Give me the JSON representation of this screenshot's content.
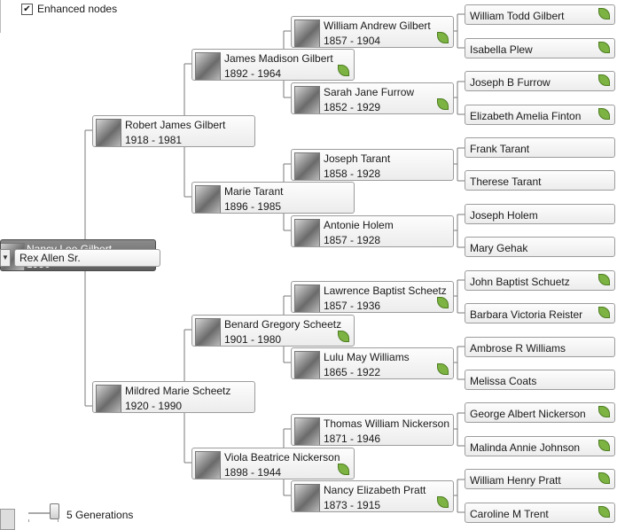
{
  "options": {
    "enhanced_nodes_label": "Enhanced nodes",
    "enhanced_nodes_checked": true
  },
  "footer": {
    "generations_label": "5 Generations"
  },
  "spouse": {
    "name": "Rex Allen Sr."
  },
  "root": {
    "name": "Nancy Lee Gilbert",
    "dates": "1950 -"
  },
  "gen1": [
    {
      "name": "Robert James Gilbert",
      "dates": "1918 - 1981"
    },
    {
      "name": "Mildred Marie Scheetz",
      "dates": "1920 - 1990"
    }
  ],
  "gen2": [
    {
      "name": "James Madison Gilbert",
      "dates": "1892 - 1964",
      "leaf": true
    },
    {
      "name": "Marie Tarant",
      "dates": "1896 - 1985",
      "leaf": false
    },
    {
      "name": "Benard Gregory Scheetz",
      "dates": "1901 - 1980",
      "leaf": true
    },
    {
      "name": "Viola Beatrice Nickerson",
      "dates": "1898 - 1944",
      "leaf": true
    }
  ],
  "gen3": [
    {
      "name": "William Andrew Gilbert",
      "dates": "1857 - 1904",
      "leaf": true
    },
    {
      "name": "Sarah Jane Furrow",
      "dates": "1852 - 1929",
      "leaf": true
    },
    {
      "name": "Joseph Tarant",
      "dates": "1858 - 1928",
      "leaf": false
    },
    {
      "name": "Antonie Holem",
      "dates": "1857 - 1928",
      "leaf": false
    },
    {
      "name": "Lawrence Baptist Scheetz",
      "dates": "1857 - 1936",
      "leaf": true
    },
    {
      "name": "Lulu May Williams",
      "dates": "1865 - 1922",
      "leaf": true
    },
    {
      "name": "Thomas William Nickerson",
      "dates": "1871 - 1946",
      "leaf": false
    },
    {
      "name": "Nancy Elizabeth Pratt",
      "dates": "1873 - 1915",
      "leaf": true
    }
  ],
  "gen4": [
    {
      "name": "William Todd Gilbert",
      "leaf": true
    },
    {
      "name": "Isabella Plew",
      "leaf": true
    },
    {
      "name": "Joseph B Furrow",
      "leaf": true
    },
    {
      "name": "Elizabeth Amelia Finton",
      "leaf": true
    },
    {
      "name": "Frank Tarant",
      "leaf": false
    },
    {
      "name": "Therese Tarant",
      "leaf": false
    },
    {
      "name": "Joseph Holem",
      "leaf": false
    },
    {
      "name": "Mary Gehak",
      "leaf": false
    },
    {
      "name": "John Baptist Schuetz",
      "leaf": true
    },
    {
      "name": "Barbara Victoria Reister",
      "leaf": true
    },
    {
      "name": "Ambrose R Williams",
      "leaf": false
    },
    {
      "name": "Melissa Coats",
      "leaf": false
    },
    {
      "name": "George Albert Nickerson",
      "leaf": true
    },
    {
      "name": "Malinda Annie Johnson",
      "leaf": true
    },
    {
      "name": "William Henry Pratt",
      "leaf": true
    },
    {
      "name": "Caroline M Trent",
      "leaf": true
    }
  ]
}
